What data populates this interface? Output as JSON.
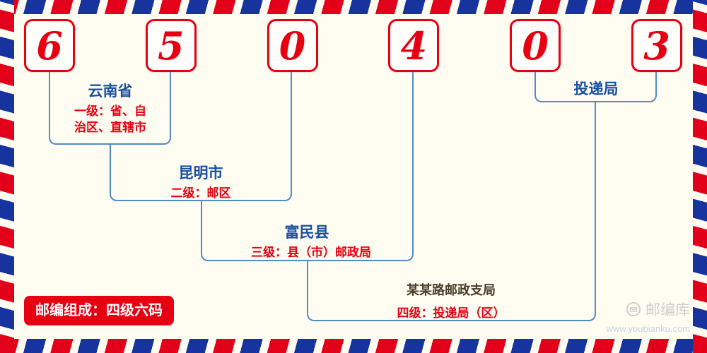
{
  "postal_code": {
    "digits": [
      "6",
      "5",
      "0",
      "4",
      "0",
      "3"
    ]
  },
  "levels": {
    "province": {
      "name": "云南省",
      "desc_line1": "一级：省、自",
      "desc_line2": "治区、直辖市"
    },
    "city": {
      "name": "昆明市",
      "desc": "二级：邮区"
    },
    "county": {
      "name": "富民县",
      "desc": "三级：县（市）邮政局"
    },
    "branch": {
      "name": "某某路邮政支局",
      "desc": "四级：投递局（区）"
    },
    "delivery": {
      "name": "投递局"
    }
  },
  "badge": {
    "label": "邮编组成：四级六码"
  },
  "watermark": {
    "brand": "邮编库",
    "url": "www.youbianku.com"
  },
  "colors": {
    "digit_red": "#e60012",
    "label_blue": "#1a4fa0",
    "line_blue": "#528ac8",
    "branch_dark": "#4a3c28",
    "badge_red": "#e60012",
    "stripe_red": "#e3001b",
    "stripe_blue": "#16339e",
    "background": "#fffdf2"
  }
}
